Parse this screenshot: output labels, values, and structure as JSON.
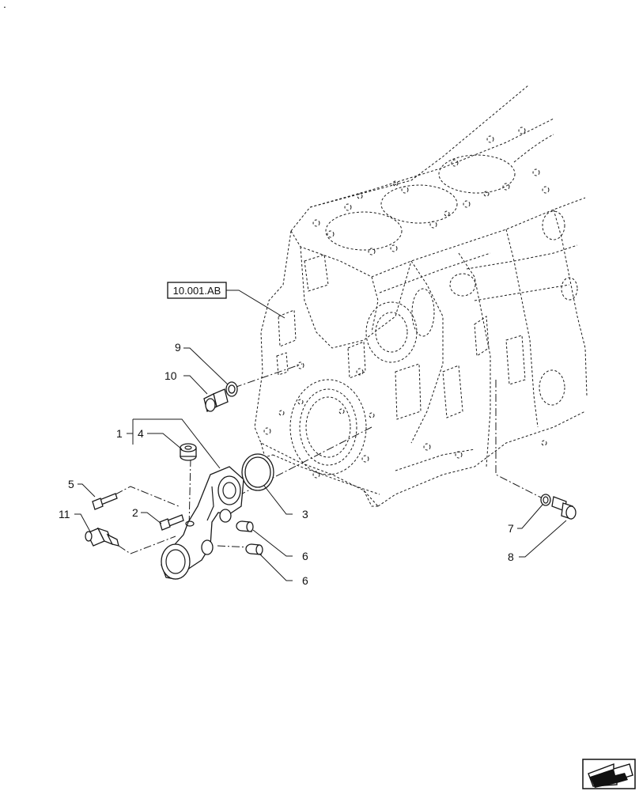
{
  "corner_mark": ".",
  "reference": {
    "label": "10.001.AB"
  },
  "callouts": {
    "c1": "1",
    "c2": "2",
    "c3": "3",
    "c4": "4",
    "c5": "5",
    "c6a": "6",
    "c6b": "6",
    "c7": "7",
    "c8": "8",
    "c9": "9",
    "c10": "10",
    "c11": "11"
  },
  "nav_icon": "next-page-arrow-icon"
}
